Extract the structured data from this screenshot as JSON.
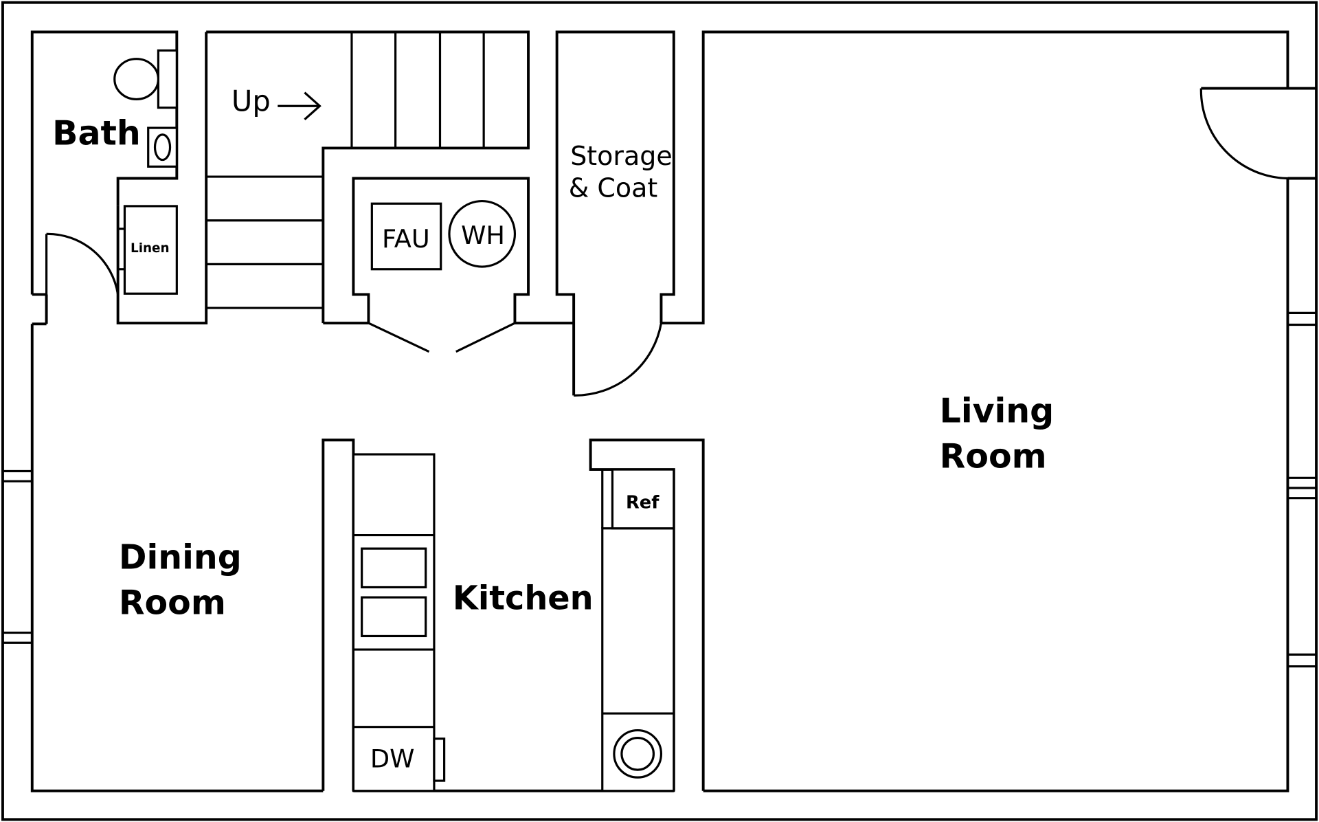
{
  "rooms": {
    "bath": "Bath",
    "linen": "Linen",
    "stairs": "Up",
    "storage_line1": "Storage",
    "storage_line2": "& Coat",
    "fau": "FAU",
    "wh": "WH",
    "living_line1": "Living",
    "living_line2": "Room",
    "dining_line1": "Dining",
    "dining_line2": "Room",
    "kitchen": "Kitchen",
    "refrigerator": "Ref",
    "dishwasher": "DW"
  },
  "colors": {
    "line": "#000000",
    "background": "#ffffff"
  },
  "icons": {
    "stair_direction": "right-arrow-icon"
  }
}
